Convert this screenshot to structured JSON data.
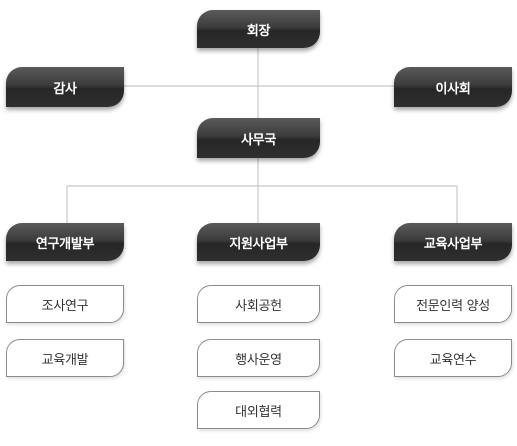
{
  "org_chart": {
    "top": "회장",
    "left_side": "감사",
    "right_side": "이사회",
    "secretariat": "사무국",
    "departments": [
      {
        "name": "연구개발부",
        "items": [
          "조사연구",
          "교육개발"
        ]
      },
      {
        "name": "지원사업부",
        "items": [
          "사회공헌",
          "행사운영",
          "대외협력"
        ]
      },
      {
        "name": "교육사업부",
        "items": [
          "전문인력 양성",
          "교육연수"
        ]
      }
    ]
  },
  "colors": {
    "node_dark": "#2f2f2f",
    "node_text_dark": "#ffffff",
    "item_border": "#8c8c8c",
    "item_text": "#333333",
    "connector": "#c8c8c8"
  }
}
